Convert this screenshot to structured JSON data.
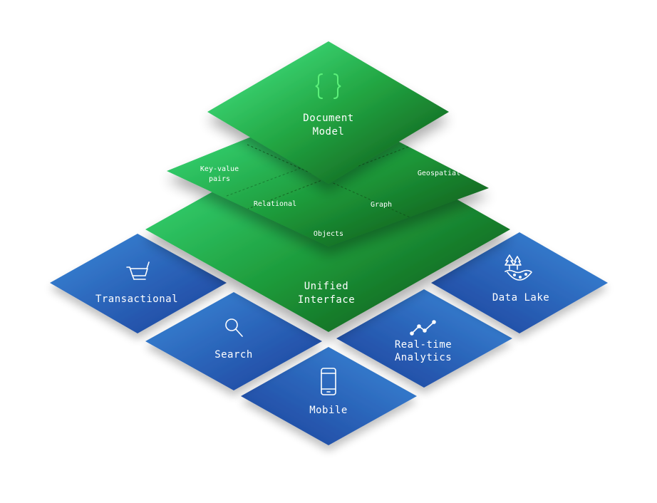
{
  "document_model": {
    "label_line1": "Document",
    "label_line2": "Model",
    "icon": "curly-braces-icon",
    "icon_color": "#5cf07a"
  },
  "data_models": {
    "key_value_line1": "Key-value",
    "key_value_line2": "pairs",
    "geospatial": "Geospatial",
    "relational": "Relational",
    "graph": "Graph",
    "objects": "Objects"
  },
  "unified_interface": {
    "label_line1": "Unified",
    "label_line2": "Interface"
  },
  "workloads": {
    "transactional": {
      "label": "Transactional",
      "icon": "shopping-cart-icon"
    },
    "search": {
      "label": "Search",
      "icon": "magnifier-icon"
    },
    "mobile": {
      "label": "Mobile",
      "icon": "smartphone-icon"
    },
    "realtime": {
      "label_line1": "Real-time",
      "label_line2": "Analytics",
      "icon": "line-chart-icon"
    },
    "datalake": {
      "label": "Data Lake",
      "icon": "lake-trees-icon"
    }
  },
  "colors": {
    "green_light": "#3ee887",
    "green_dark": "#0d4a12",
    "blue_light": "#3a8ad9",
    "blue_dark": "#1c3f9a"
  }
}
